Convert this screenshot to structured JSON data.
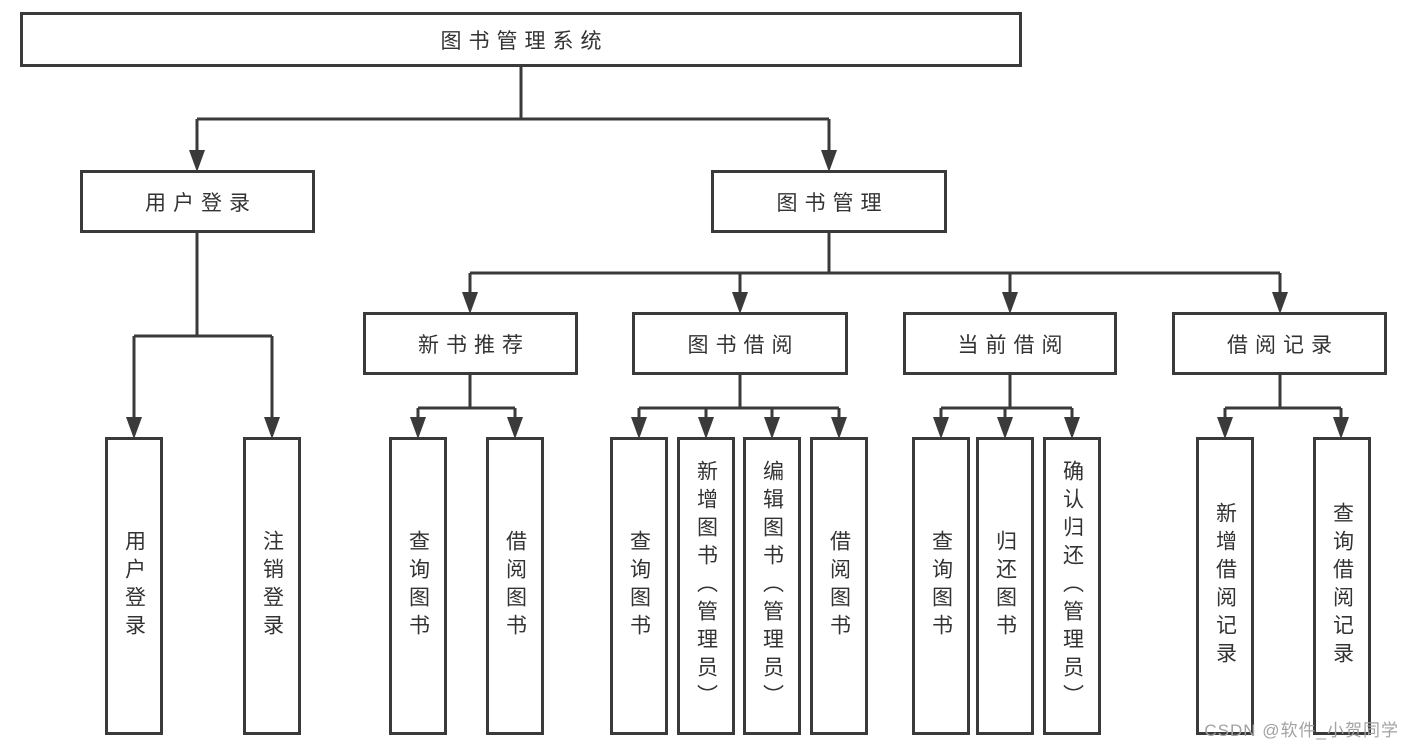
{
  "diagram_title": "图书管理系统",
  "tree": {
    "label": "图书管理系统",
    "children": [
      {
        "label": "用户登录",
        "children": [
          {
            "label": "用户登录"
          },
          {
            "label": "注销登录"
          }
        ]
      },
      {
        "label": "图书管理",
        "children": [
          {
            "label": "新书推荐",
            "children": [
              {
                "label": "查询图书"
              },
              {
                "label": "借阅图书"
              }
            ]
          },
          {
            "label": "图书借阅",
            "children": [
              {
                "label": "查询图书"
              },
              {
                "label": "新增图书（管理员）"
              },
              {
                "label": "编辑图书（管理员）"
              },
              {
                "label": "借阅图书"
              }
            ]
          },
          {
            "label": "当前借阅",
            "children": [
              {
                "label": "查询图书"
              },
              {
                "label": "归还图书"
              },
              {
                "label": "确认归还（管理员）"
              }
            ]
          },
          {
            "label": "借阅记录",
            "children": [
              {
                "label": "新增借阅记录"
              },
              {
                "label": "查询借阅记录"
              }
            ]
          }
        ]
      }
    ]
  },
  "watermark": "CSDN @软件_小贺同学",
  "colors": {
    "line": "#3a3a3a",
    "text": "#333333",
    "background": "#ffffff",
    "watermark_gray": "#a2a2a2"
  }
}
